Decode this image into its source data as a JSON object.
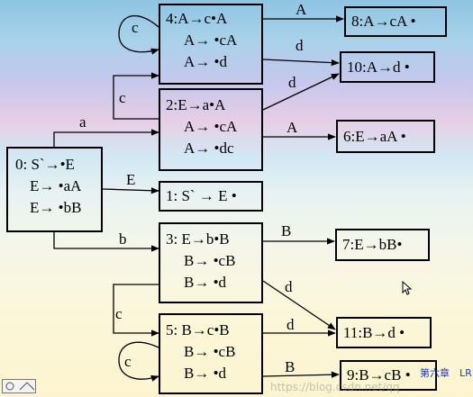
{
  "states": [
    {
      "id": "s0",
      "lines": [
        "0: S`→•E",
        "E→ •aA",
        "E→ •bB"
      ]
    },
    {
      "id": "s1",
      "lines": [
        "1: S` → E •"
      ]
    },
    {
      "id": "s2",
      "lines": [
        "2:E→a•A",
        "A→ •cA",
        "A→ •dc"
      ]
    },
    {
      "id": "s3",
      "lines": [
        "3: E→b•B",
        "B→ •cB",
        "B→ •d"
      ]
    },
    {
      "id": "s4",
      "lines": [
        "4:A→c•A",
        "A→ •cA",
        "A→ •d"
      ]
    },
    {
      "id": "s5",
      "lines": [
        "5: B→c•B",
        "B→ •cB",
        "B→ •d"
      ]
    },
    {
      "id": "s6",
      "lines": [
        "6:E→aA •"
      ]
    },
    {
      "id": "s7",
      "lines": [
        "7:E→bB•"
      ]
    },
    {
      "id": "s8",
      "lines": [
        "8:A→cA •"
      ]
    },
    {
      "id": "s9",
      "lines": [
        "9:B→cB •"
      ]
    },
    {
      "id": "s10",
      "lines": [
        "10:A→d •"
      ]
    },
    {
      "id": "s11",
      "lines": [
        "11:B→d •"
      ]
    }
  ],
  "transitions": {
    "s0_s2": "a",
    "s0_s1": "E",
    "s0_s3": "b",
    "s4_s4": "c",
    "s4_s8": "A",
    "s4_s10": "d",
    "s2_s4": "c",
    "s2_s10": "d",
    "s2_s6": "A",
    "s3_s7": "B",
    "s3_s5": "c",
    "s3_s11": "d",
    "s5_s5": "c",
    "s5_s11": "d",
    "s5_s9": "B"
  },
  "footer": {
    "chapter": "第六章",
    "section": "LR"
  },
  "watermark": "https://blog.csdn.net/qq"
}
